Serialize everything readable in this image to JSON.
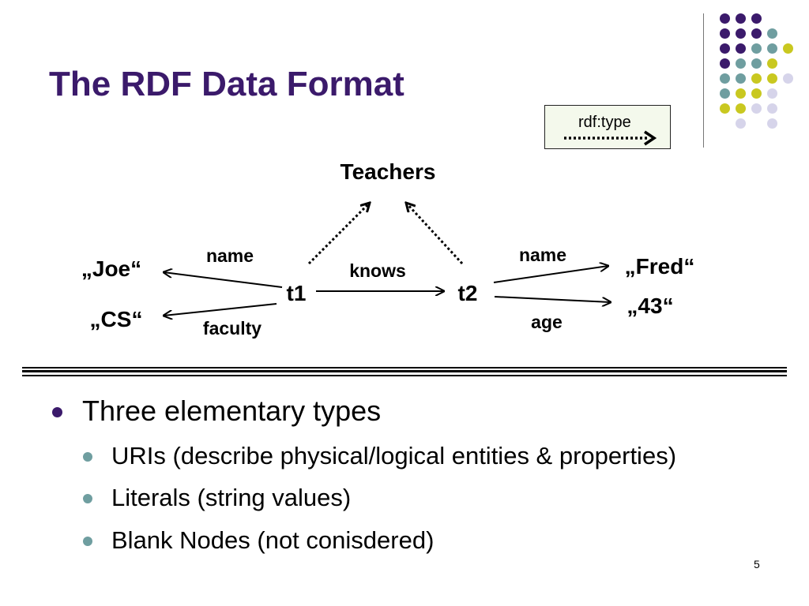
{
  "slide": {
    "title": "The RDF Data Format",
    "page_number": "5"
  },
  "legend": {
    "label": "rdf:type"
  },
  "diagram": {
    "class_node": "Teachers",
    "nodes": {
      "t1": "t1",
      "t2": "t2",
      "joe": "„Joe“",
      "cs": "„CS“",
      "fred": "„Fred“",
      "age_value": "„43“"
    },
    "edges": {
      "t1_name": "name",
      "t1_faculty": "faculty",
      "knows": "knows",
      "t2_name": "name",
      "t2_age": "age"
    }
  },
  "bullets": {
    "heading": "Three elementary types",
    "items": [
      "URIs (describe physical/logical entities & properties)",
      "Literals (string values)",
      "Blank Nodes (not conisdered)"
    ]
  },
  "colors": {
    "purple": "#3b1a6b",
    "teal": "#6f9ea0",
    "olive": "#c9c820",
    "lavender": "#d6d4ea"
  }
}
